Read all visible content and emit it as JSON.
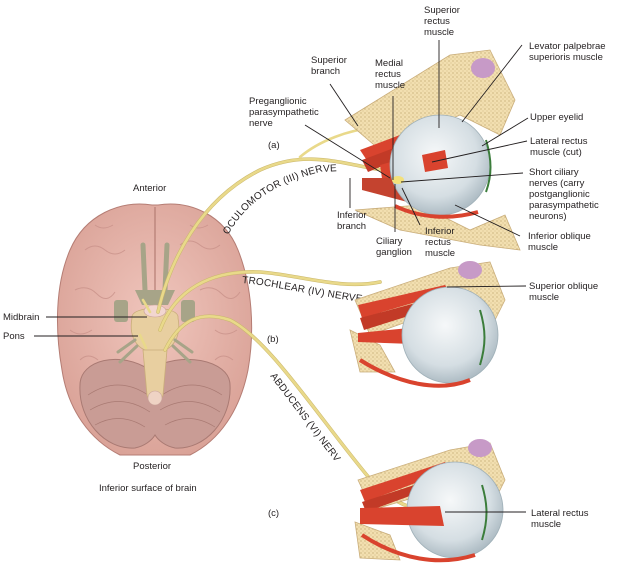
{
  "figure": {
    "panel_labels": {
      "a": "(a)",
      "b": "(b)",
      "c": "(c)"
    },
    "brain": {
      "anterior": "Anterior",
      "posterior": "Posterior",
      "caption": "Inferior surface of brain",
      "midbrain": "Midbrain",
      "pons": "Pons"
    },
    "nerves": {
      "oculomotor": "OCULOMOTOR (III) NERVE",
      "trochlear": "TROCHLEAR (IV) NERVE",
      "abducens": "ABDUCENS (VI) NERVE"
    },
    "panel_a": {
      "superior_rectus": "Superior\nrectus\nmuscle",
      "superior_branch": "Superior\nbranch",
      "medial_rectus": "Medial\nrectus\nmuscle",
      "preganglionic": "Preganglionic\nparasympathetic\nnerve",
      "levator": "Levator palpebrae\nsuperioris muscle",
      "upper_eyelid": "Upper eyelid",
      "lateral_rectus_cut": "Lateral rectus\nmuscle (cut)",
      "short_ciliary": "Short ciliary\nnerves (carry\npostganglionic\nparasympathetic\nneurons)",
      "inferior_oblique": "Inferior oblique\nmuscle",
      "inferior_branch": "Inferior\nbranch",
      "ciliary_ganglion": "Ciliary\nganglion",
      "inferior_rectus": "Inferior\nrectus\nmuscle"
    },
    "panel_b": {
      "superior_oblique": "Superior oblique\nmuscle"
    },
    "panel_c": {
      "lateral_rectus": "Lateral rectus\nmuscle"
    },
    "colors": {
      "brain": "#e8b7ad",
      "brain_dark": "#c98f86",
      "cerebellum": "#c79a92",
      "brainstem": "#e8cfa0",
      "nerve": "#e9d98a",
      "muscle": "#d9432e",
      "bone": "#f0d9a6",
      "eyeball": "#dfe6ea",
      "olfactory": "#a7a488"
    }
  }
}
